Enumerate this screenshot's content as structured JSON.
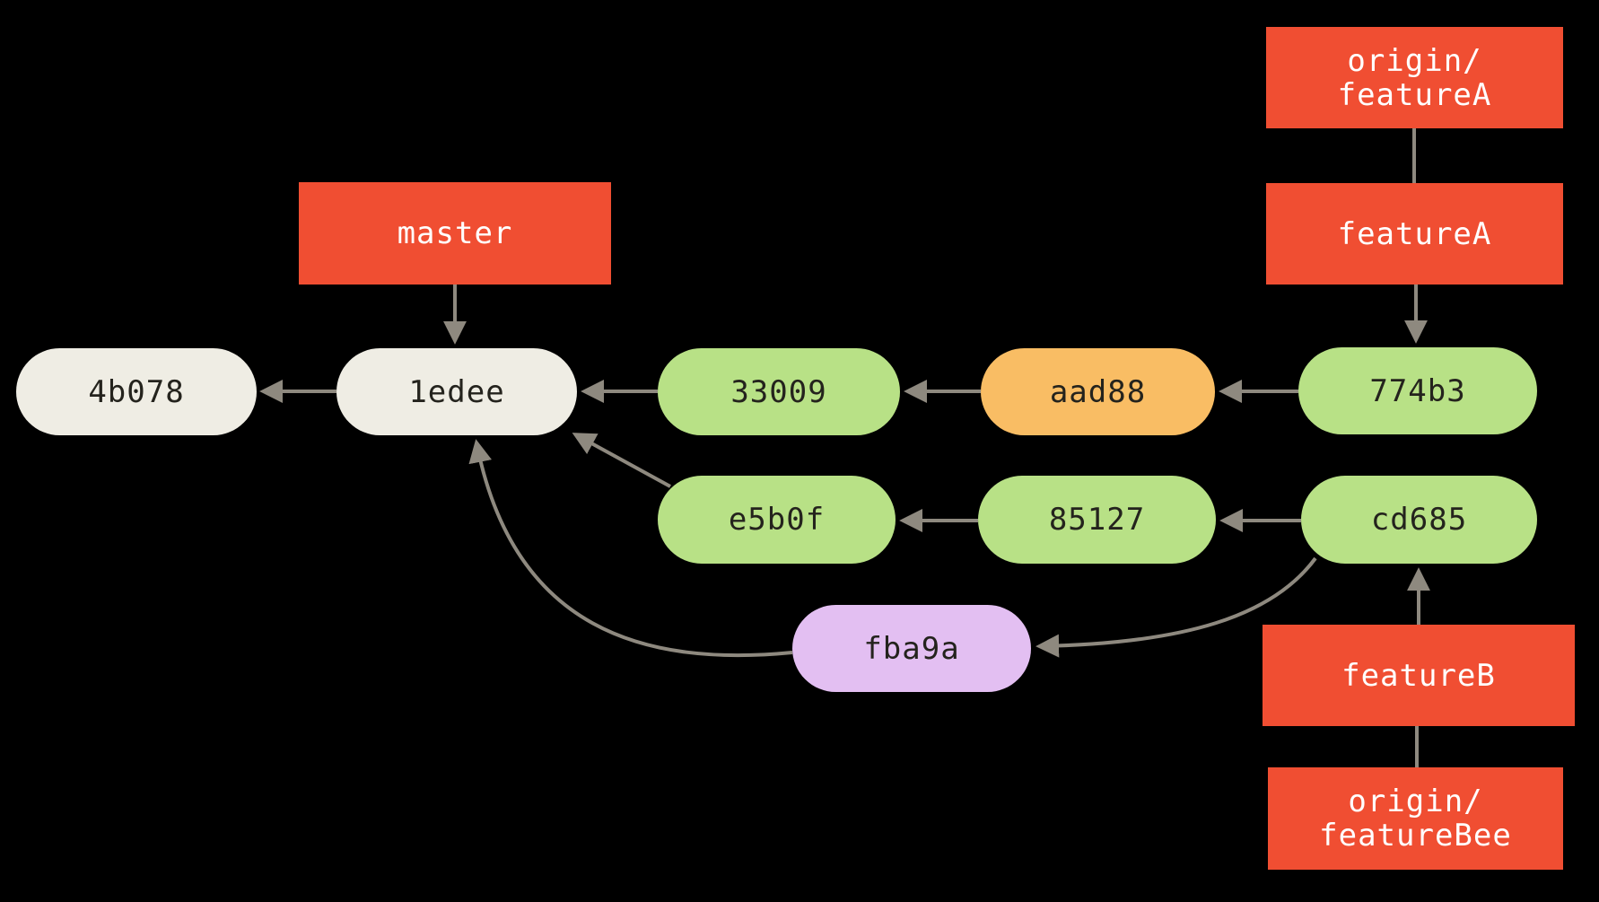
{
  "diagram": {
    "colors": {
      "background": "#000000",
      "branch_box": "#f04e32",
      "branch_text": "#ffffff",
      "commit_text": "#24231d",
      "edge": "#8e897f",
      "commit_plain": "#efede4",
      "commit_green": "#b8e186",
      "commit_orange": "#f9bd64",
      "commit_purple": "#e3bff2"
    },
    "branches": {
      "origin_featureA": {
        "label": "origin/\nfeatureA",
        "color": "#f04e32"
      },
      "featureA": {
        "label": "featureA",
        "color": "#f04e32"
      },
      "master": {
        "label": "master",
        "color": "#f04e32"
      },
      "featureB": {
        "label": "featureB",
        "color": "#f04e32"
      },
      "origin_featureBee": {
        "label": "origin/\nfeatureBee",
        "color": "#f04e32"
      }
    },
    "commits": {
      "c4b078": {
        "label": "4b078",
        "color": "#efede4"
      },
      "c1edee": {
        "label": "1edee",
        "color": "#efede4"
      },
      "c33009": {
        "label": "33009",
        "color": "#b8e186"
      },
      "caad88": {
        "label": "aad88",
        "color": "#f9bd64"
      },
      "c774b3": {
        "label": "774b3",
        "color": "#b8e186"
      },
      "ce5b0f": {
        "label": "e5b0f",
        "color": "#b8e186"
      },
      "c85127": {
        "label": "85127",
        "color": "#b8e186"
      },
      "ccd685": {
        "label": "cd685",
        "color": "#b8e186"
      },
      "cfba9a": {
        "label": "fba9a",
        "color": "#e3bff2"
      }
    }
  }
}
